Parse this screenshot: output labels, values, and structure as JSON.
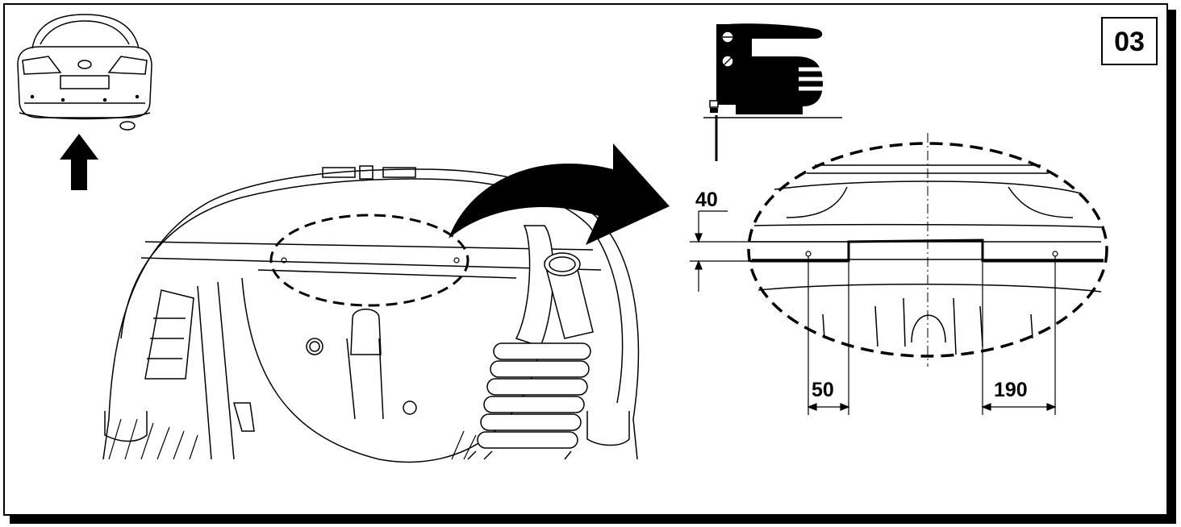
{
  "step_number": "03",
  "dimensions": {
    "height": "40",
    "left_offset": "50",
    "right_offset": "190"
  },
  "colors": {
    "line": "#000000",
    "background": "#ffffff",
    "shadow": "#000000"
  },
  "icons": {
    "tool": "jigsaw-icon",
    "direction": "up-arrow-icon",
    "transfer": "curved-arrow-icon"
  }
}
